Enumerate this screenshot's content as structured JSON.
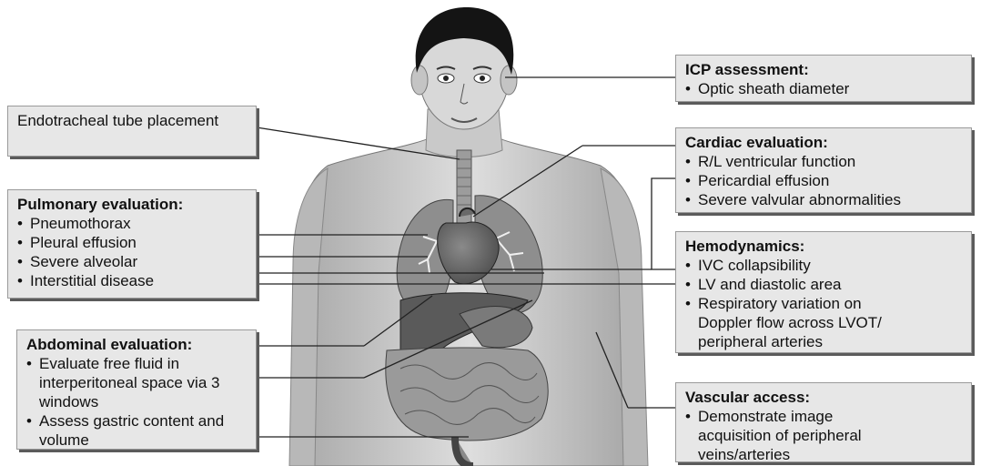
{
  "boxes": {
    "endotracheal": {
      "text": "Endotracheal tube placement"
    },
    "pulmonary": {
      "title": "Pulmonary evaluation:",
      "items": [
        "Pneumothorax",
        "Pleural effusion",
        "Severe alveolar",
        "Interstitial disease"
      ]
    },
    "abdominal": {
      "title": "Abdominal evaluation:",
      "items": [
        "Evaluate free fluid in interperitoneal space via 3 windows",
        "Assess gastric content and volume"
      ]
    },
    "icp": {
      "title": "ICP assessment:",
      "items": [
        "Optic sheath diameter"
      ]
    },
    "cardiac": {
      "title": "Cardiac evaluation:",
      "items": [
        "R/L ventricular function",
        "Pericardial effusion",
        "Severe valvular abnormalities"
      ]
    },
    "hemodynamics": {
      "title": "Hemodynamics:",
      "items": [
        "IVC collapsibility",
        "LV and diastolic area",
        "Respiratory variation on Doppler flow across LVOT/ peripheral arteries"
      ]
    },
    "vascular": {
      "title": "Vascular access:",
      "items": [
        "Demonstrate image acquisition of peripheral veins/arteries"
      ]
    }
  },
  "colors": {
    "box_fill": "#e7e7e7",
    "box_shadow": "#5b5b5b",
    "line": "#222222"
  }
}
